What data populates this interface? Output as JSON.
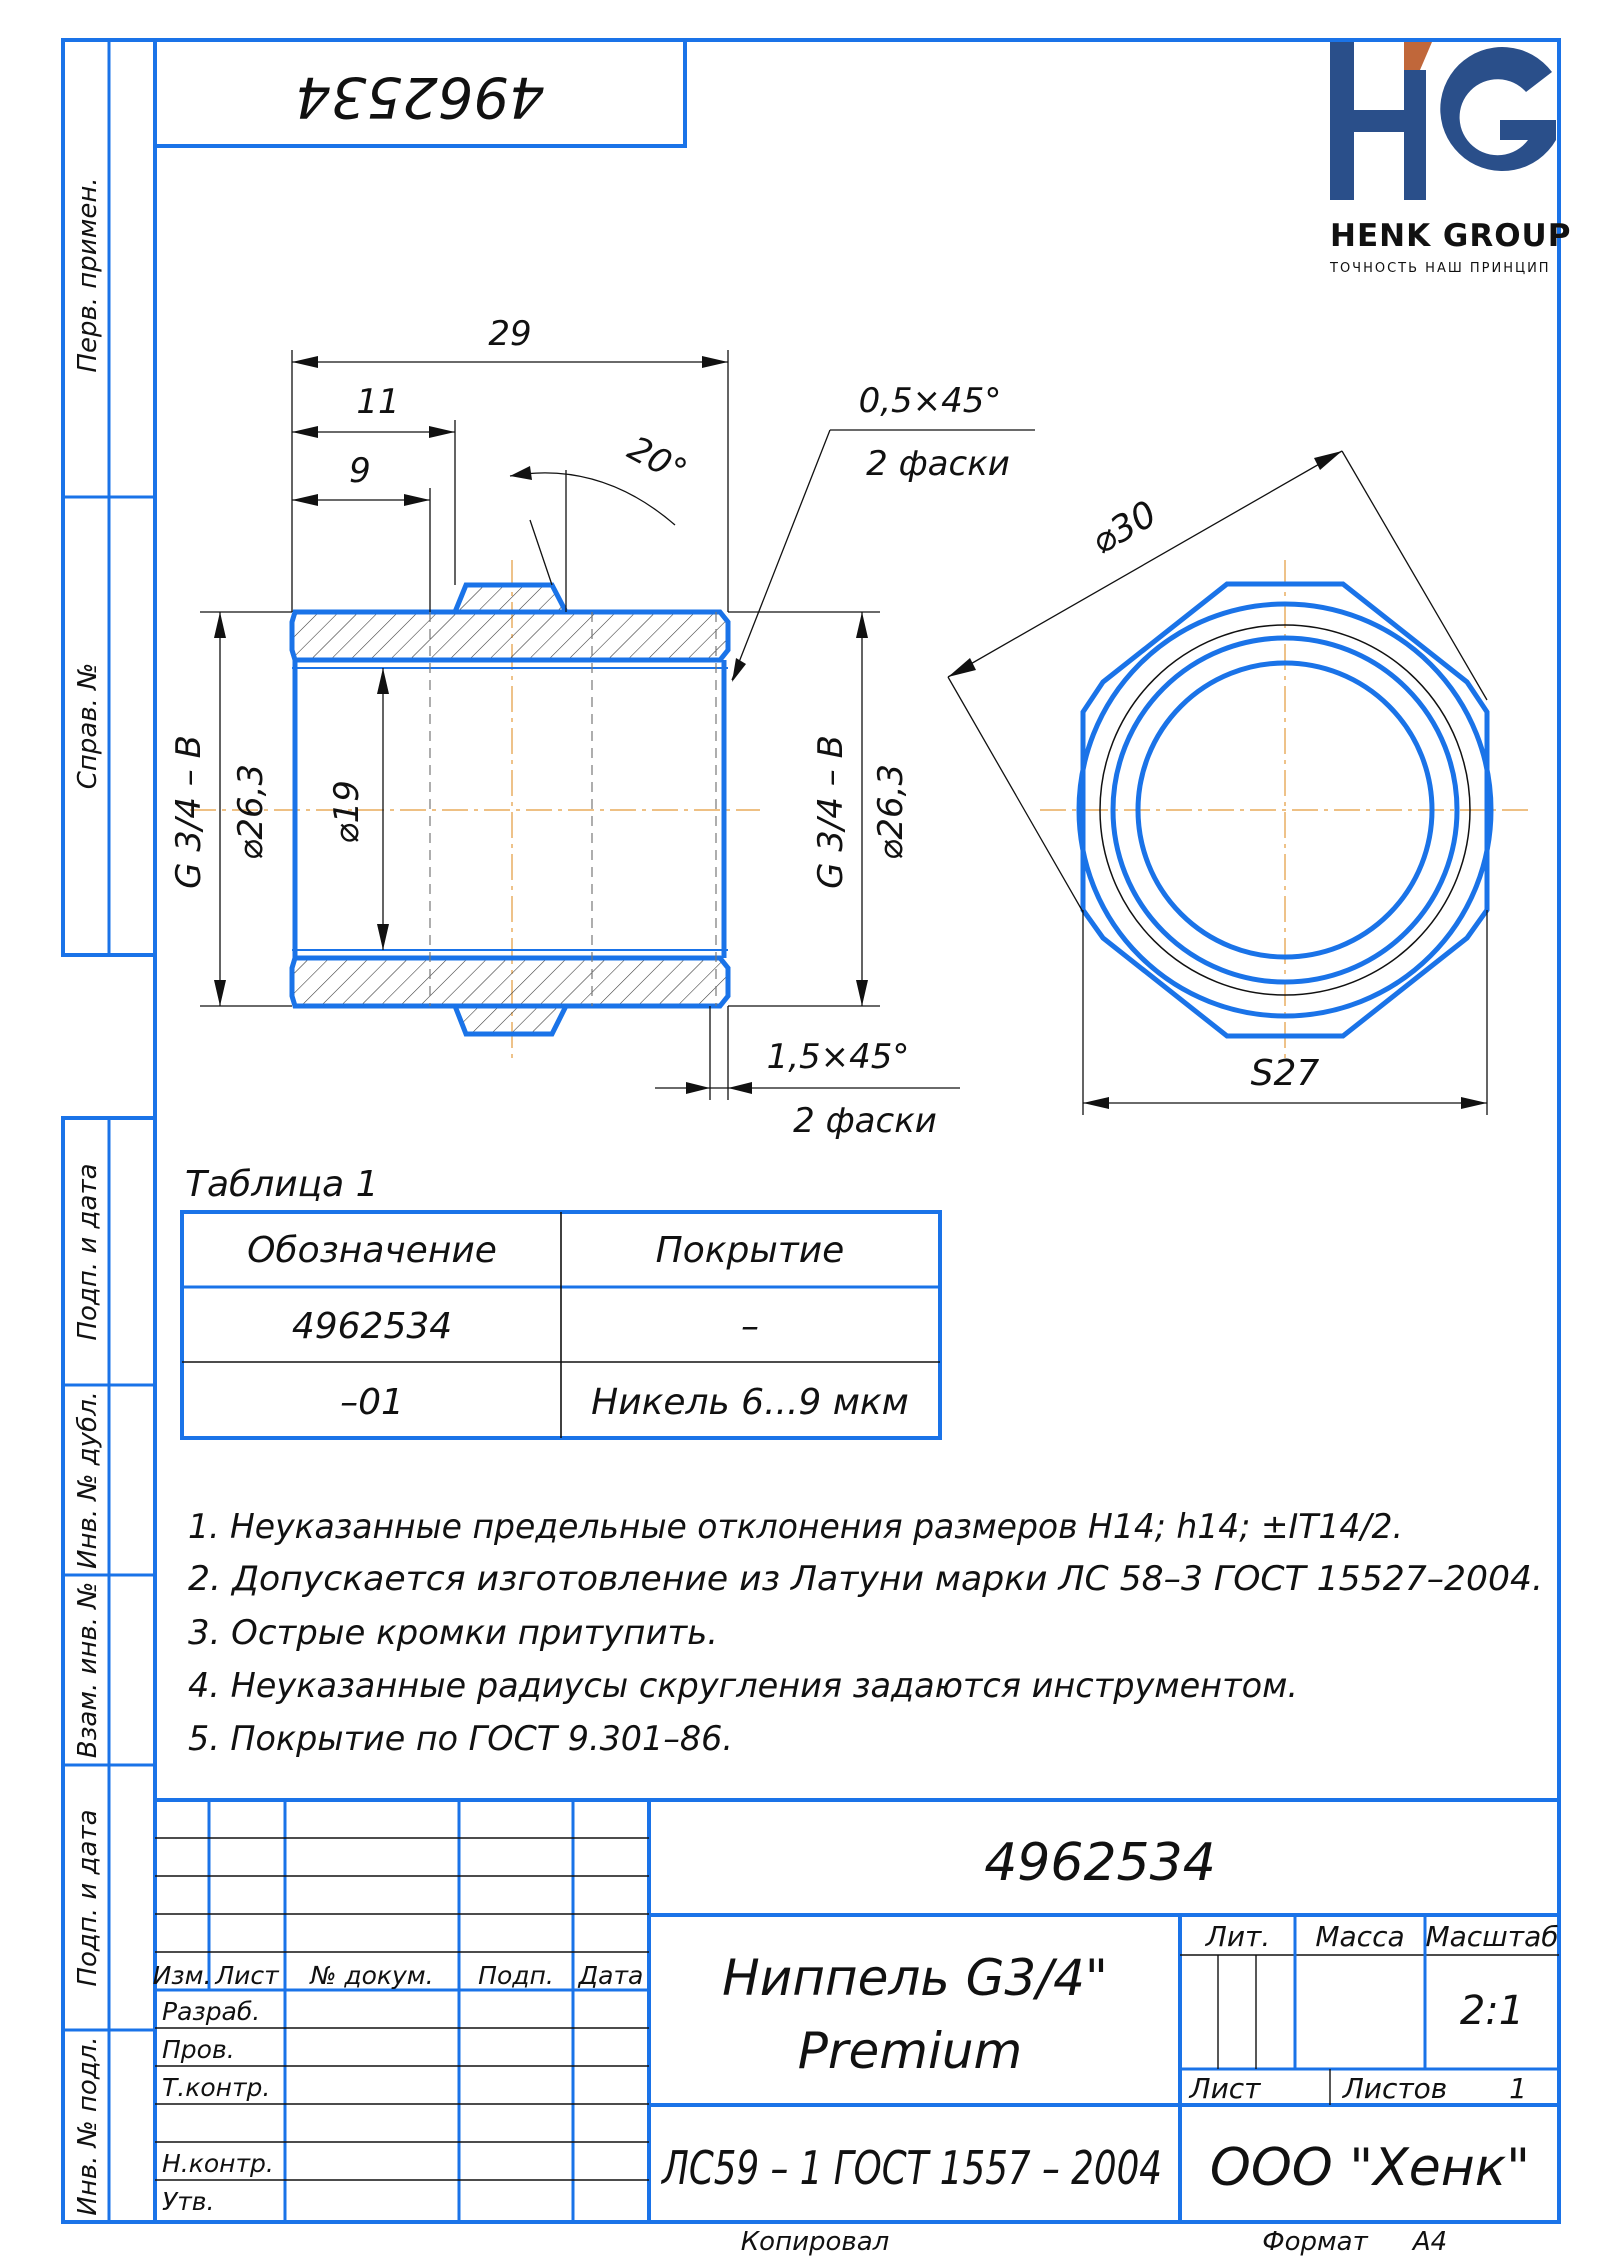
{
  "colors": {
    "frame": "#1a73e8",
    "axis": "#e39a3b",
    "logo_blue": "#2a4f8a",
    "logo_accent": "#c0673a"
  },
  "logo": {
    "company": "HENK GROUP",
    "slogan": "ТОЧНОСТЬ НАШ ПРИНЦИП",
    "icon": "hg-logo-icon"
  },
  "doc_number_box": "4962534",
  "side_labels": {
    "perv_primen": "Перв. примен.",
    "sprav_no": "Справ. №",
    "podp_data_1": "Подп. и дата",
    "inv_dubl": "Инв. № дубл.",
    "vzam_inv": "Взам. инв. №",
    "podp_data_2": "Подп. и дата",
    "inv_podl": "Инв. № подл."
  },
  "dimensions": {
    "length_total": "29",
    "len_11": "11",
    "len_9": "9",
    "angle": "20°",
    "chamfer_small": "0,5×45°",
    "chamfer_small_count": "2 фаски",
    "thread_left": "G 3/4 – B",
    "dia_left": "⌀26,3",
    "bore": "⌀19",
    "thread_right": "G 3/4 – B",
    "dia_right": "⌀26,3",
    "chamfer_large": "1,5×45°",
    "chamfer_large_count": "2 фаски",
    "across_corners": "⌀30",
    "across_flats": "S27"
  },
  "table": {
    "title": "Таблица 1",
    "headers": [
      "Обозначение",
      "Покрытие"
    ],
    "rows": [
      [
        "4962534",
        "–"
      ],
      [
        "–01",
        "Никель 6...9 мкм"
      ]
    ]
  },
  "notes": [
    "1. Неуказанные предельные отклонения размеров H14; h14; ±IT14/2.",
    "2. Допускается изготовление из Латуни марки ЛС 58–3 ГОСТ 15527–2004.",
    "3. Острые кромки притупить.",
    "4. Неуказанные радиусы скругления задаются инструментом.",
    "5. Покрытие по ГОСТ 9.301–86."
  ],
  "title_block": {
    "designation": "4962534",
    "name_line1": "Ниппель G3/4\"",
    "name_line2": "Premium",
    "material": "ЛС59 – 1 ГОСТ 1557 – 2004",
    "company": "ООО \"Хенк\"",
    "lit": "Лит.",
    "massa": "Масса",
    "masshtab": "Масштаб",
    "scale": "2:1",
    "list": "Лист",
    "listov": "Листов",
    "listov_value": "1",
    "col_izm": "Изм.",
    "col_list": "Лист",
    "col_docum": "№ докум.",
    "col_podp": "Подп.",
    "col_data": "Дата",
    "razrab": "Разраб.",
    "prov": "Пров.",
    "tkontr": "Т.контр.",
    "nkontr": "Н.контр.",
    "utv": "Утв."
  },
  "footer": {
    "kopiroval": "Копировал",
    "format_label": "Формат",
    "format_value": "A4"
  }
}
